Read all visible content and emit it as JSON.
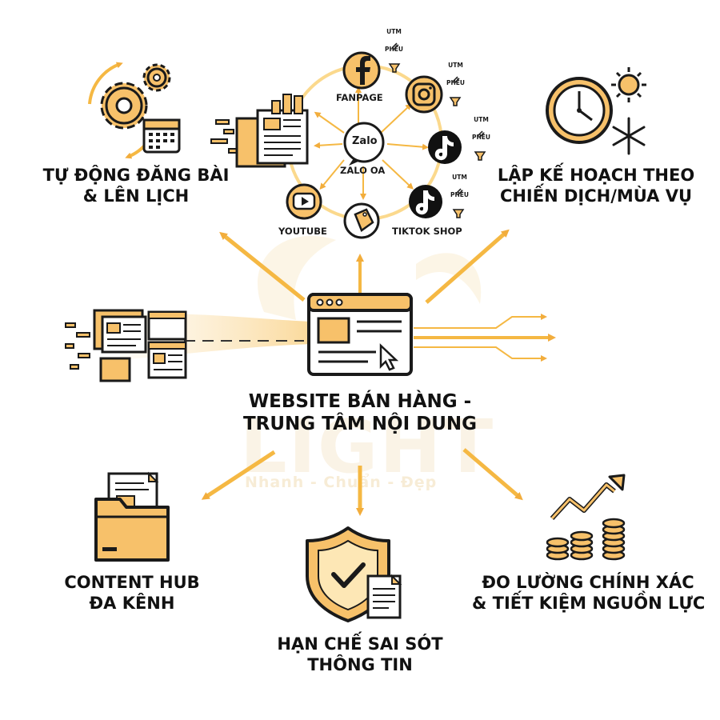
{
  "watermark": {
    "brand": "LIGHT",
    "slogan": "Nhanh - Chuẩn - Đẹp"
  },
  "center": {
    "line1": "WEBSITE BÁN HÀNG -",
    "line2": "TRUNG TÂM NỘI DUNG"
  },
  "features": {
    "auto_post": {
      "line1": "TỰ ĐỘNG ĐĂNG BÀI",
      "line2": "& LÊN LỊCH"
    },
    "campaign": {
      "line1": "LẬP KẾ HOẠCH THEO",
      "line2": "CHIẾN DỊCH/MÙA VỤ"
    },
    "content_hub": {
      "line1": "CONTENT HUB",
      "line2": "ĐA KÊNH"
    },
    "limit_errors": {
      "line1": "HẠN CHẾ SAI SÓT",
      "line2": "THÔNG TIN"
    },
    "measure": {
      "line1": "ĐO LƯỜNG CHÍNH XÁC",
      "line2": "& TIẾT KIỆM NGUỒN LỰC"
    }
  },
  "channels": {
    "hub": {
      "name": "ZALO OA",
      "icon_text": "Zalo"
    },
    "items": [
      {
        "name": "FANPAGE",
        "icon": "facebook-icon"
      },
      {
        "name": "",
        "icon": "instagram-icon"
      },
      {
        "name": "",
        "icon": "tiktok-icon"
      },
      {
        "name": "TIKTOK SHOP",
        "icon": "tiktok-icon"
      },
      {
        "name": "",
        "icon": "price-tag-icon"
      },
      {
        "name": "YOUTUBE",
        "icon": "youtube-icon"
      }
    ],
    "utm_label": "UTM",
    "funnel_label": "PHỄU"
  },
  "colors": {
    "accent": "#f5b843",
    "accent_light": "#fbd98d",
    "dark": "#1a1a1a",
    "icon_fill": "#f7c16a"
  }
}
